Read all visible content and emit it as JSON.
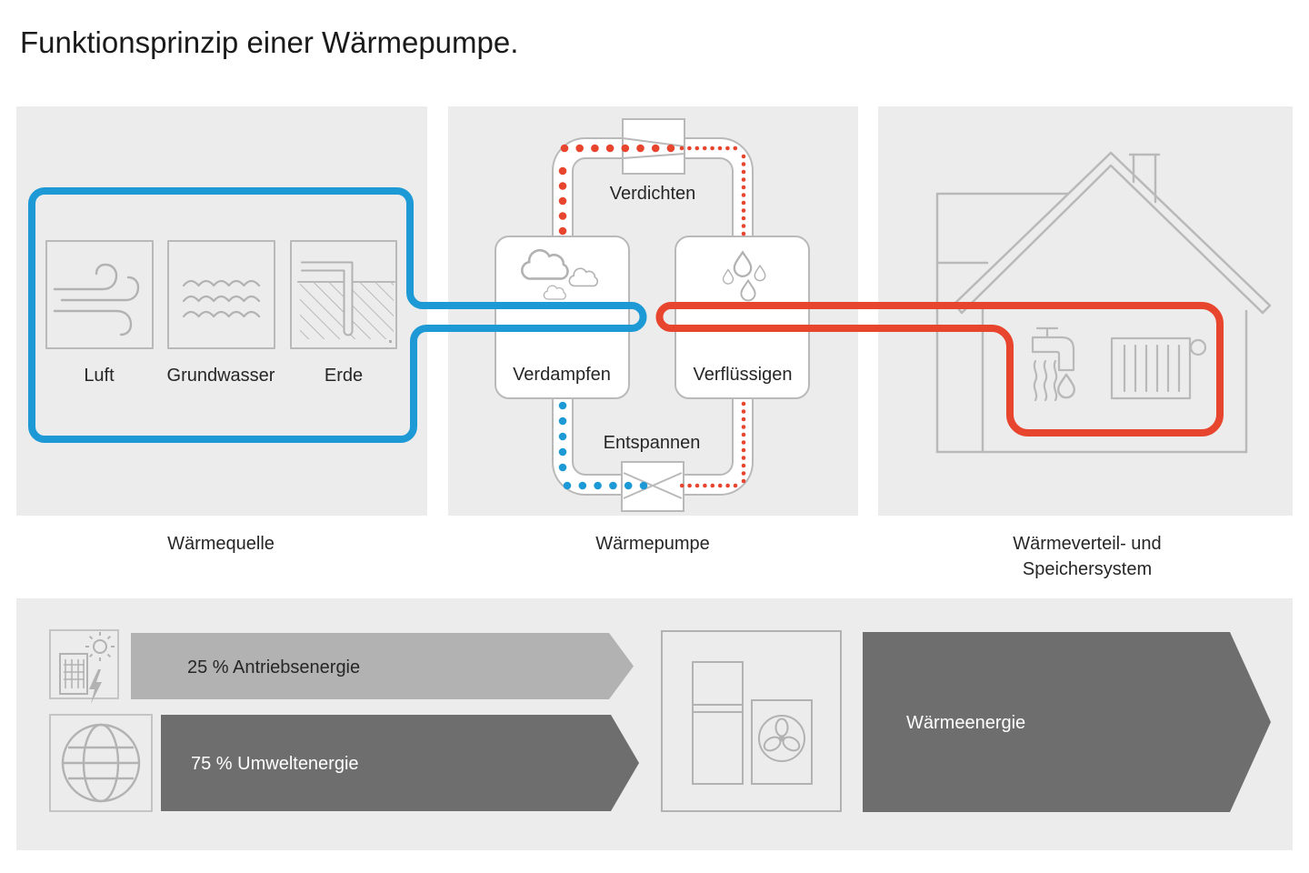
{
  "title": "Funktionsprinzip einer Wärmepumpe.",
  "panels": {
    "source": {
      "label": "Wärmequelle",
      "items": [
        "Luft",
        "Grundwasser",
        "Erde"
      ]
    },
    "pump": {
      "label": "Wärmepumpe",
      "steps": {
        "top": "Verdichten",
        "left": "Verdampfen",
        "right": "Verflüssigen",
        "bottom": "Entspannen"
      }
    },
    "distribution": {
      "label_line1": "Wärmeverteil- und",
      "label_line2": "Speichersystem"
    }
  },
  "energy_flow": {
    "drive": "25 % Antriebsenergie",
    "environment": "75 % Umweltenergie",
    "heat": "Wärmeenergie"
  },
  "colors": {
    "blue": "#1d9ad6",
    "red": "#e8452f",
    "panel_bg": "#ececec",
    "outline_gray": "#b9b9b9",
    "icon_gray": "#b2b2b2",
    "arrow_light": "#b2b2b2",
    "arrow_dark": "#6f6e6e",
    "text_dark": "#262626",
    "white": "#ffffff"
  }
}
